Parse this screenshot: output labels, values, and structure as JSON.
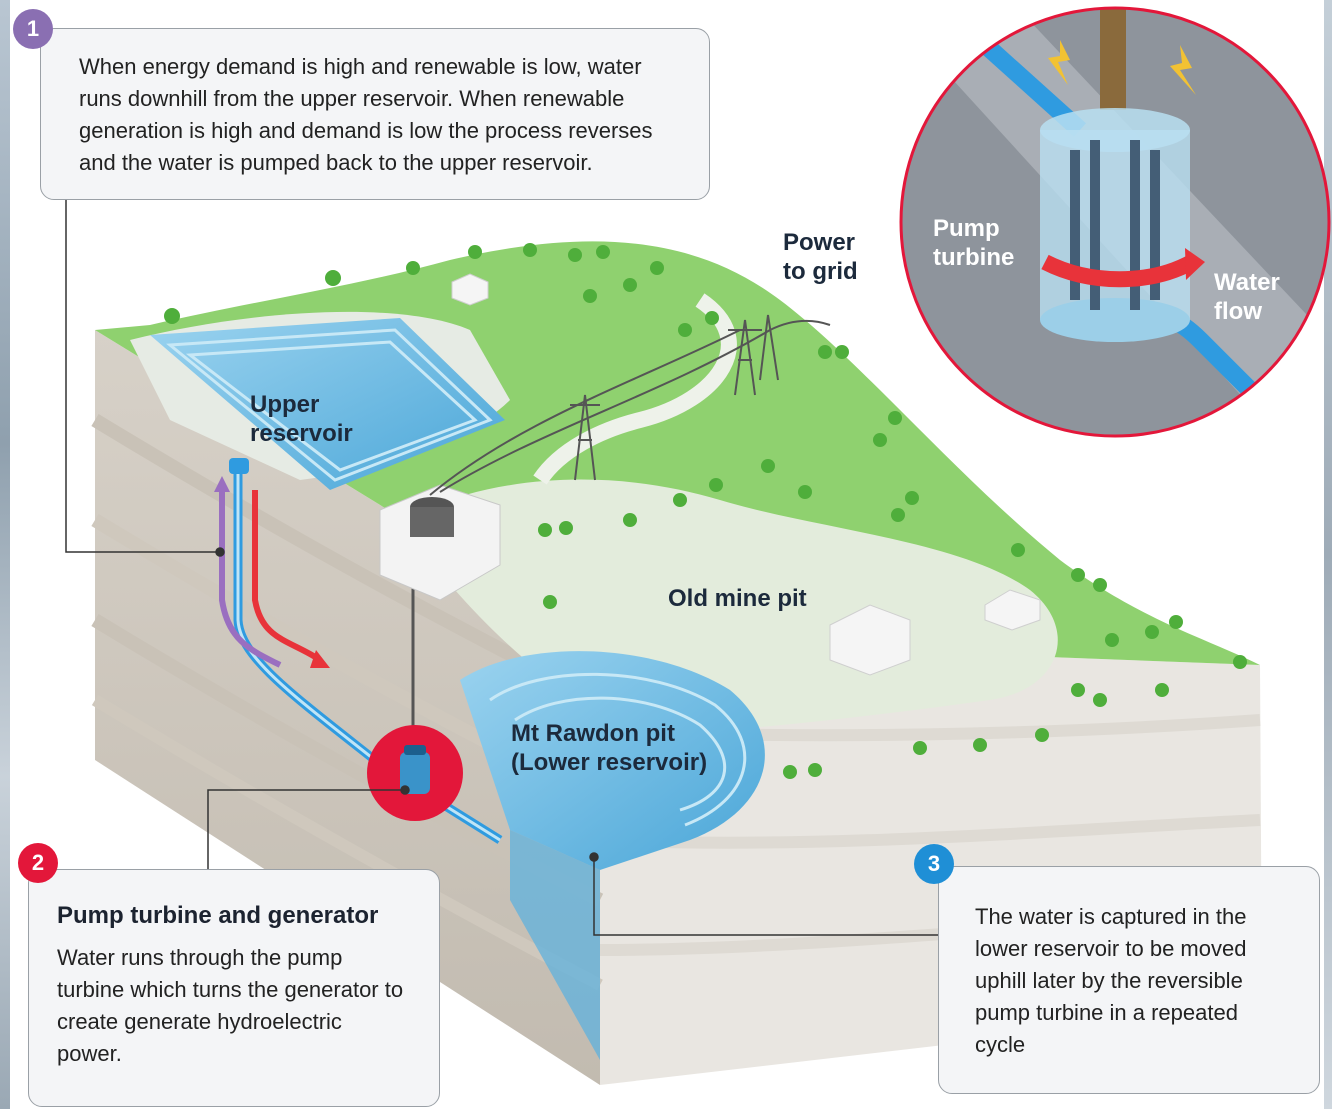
{
  "step1": {
    "number": "1",
    "text": "When energy demand is high and renewable is low, water runs downhill from the upper reservoir. When renewable generation is high and demand is low the process reverses and the water is pumped back to the upper reservoir."
  },
  "step2": {
    "number": "2",
    "title": "Pump turbine and generator",
    "text": "Water runs through the pump turbine which turns the generator to create generate hydroelectric power."
  },
  "step3": {
    "number": "3",
    "text": "The water is captured in the lower reservoir to be moved uphill later by the reversible pump turbine in a repeated cycle"
  },
  "labels": {
    "upper_line1": "Upper",
    "upper_line2": "reservoir",
    "power_line1": "Power",
    "power_line2": "to grid",
    "old_mine_pit": "Old mine pit",
    "lower_line1": "Mt Rawdon pit",
    "lower_line2": "(Lower reservoir)",
    "pump_line1": "Pump",
    "pump_line2": "turbine",
    "water_line1": "Water",
    "water_line2": "flow"
  },
  "colors": {
    "step1": "#8a6fb2",
    "step2": "#e3173a",
    "step3": "#1f8fd6",
    "water": "#7cc6ea",
    "grass": "#8fd16f",
    "ground": "#d9d4cc",
    "arrow_down": "#e8333a",
    "arrow_up": "#9a6fc0",
    "pipe": "#2f9be0"
  },
  "icons": [
    "tree-icon",
    "transmission-tower-icon",
    "building-icon",
    "turbine-icon",
    "lightning-icon"
  ]
}
